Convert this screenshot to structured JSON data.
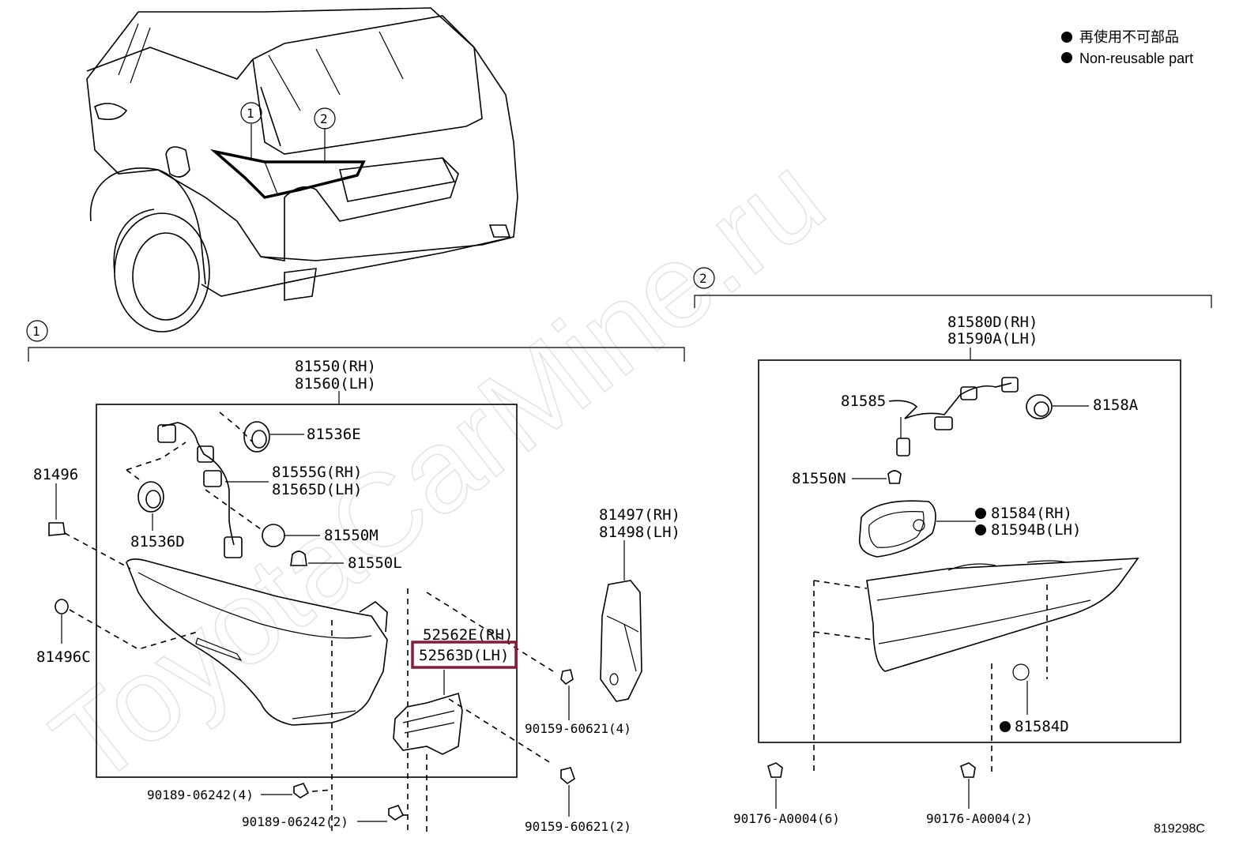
{
  "legend": {
    "line_jp": "再使用不可部品",
    "line_en": "Non-reusable part"
  },
  "watermark": "ToyotaCarMine.ru",
  "diagram_code": "819298C",
  "callouts": {
    "one": "1",
    "two": "2"
  },
  "group1": {
    "assembly_rh": "81550(RH)",
    "assembly_lh": "81560(LH)",
    "parts": {
      "p81536E": "81536E",
      "p81555G": "81555G(RH)",
      "p81565D": "81565D(LH)",
      "p81496": "81496",
      "p81536D": "81536D",
      "p81550M": "81550M",
      "p81550L": "81550L",
      "p81496C": "81496C",
      "p52562E": "52562E(RH)",
      "p52563D": "52563D(LH)",
      "p81497": "81497(RH)",
      "p81498": "81498(LH)",
      "p90159a": "90159-60621(4)",
      "p90159b": "90159-60621(2)",
      "p90189a": "90189-06242(4)",
      "p90189b": "90189-06242(2)"
    }
  },
  "group2": {
    "assembly_rh": "81580D(RH)",
    "assembly_lh": "81590A(LH)",
    "parts": {
      "p81585": "81585",
      "p8158A": "8158A",
      "p81550N": "81550N",
      "p81584": "81584(RH)",
      "p81594B": "81594B(LH)",
      "p81584D": "81584D",
      "p90176a": "90176-A0004(6)",
      "p90176b": "90176-A0004(2)"
    }
  },
  "highlight_color": "#8b1a3a"
}
